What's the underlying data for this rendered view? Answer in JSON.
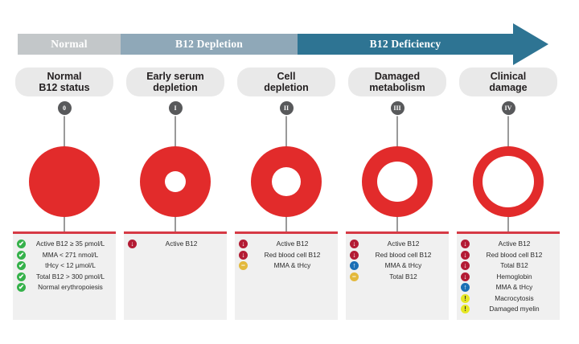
{
  "band": {
    "segments": [
      {
        "label": "Normal",
        "color": "#c3c7c9"
      },
      {
        "label": "B12 Depletion",
        "color": "#8fa8b8"
      },
      {
        "label": "B12 Deficiency",
        "color": "#2e7493"
      }
    ]
  },
  "stages": [
    {
      "title": "Normal\nB12 status",
      "title_line1": "Normal",
      "title_line2": "B12 status",
      "badge": "0",
      "donut_outer": 88,
      "donut_inner": 0,
      "items": [
        {
          "icon": "check-icon",
          "icon_type": "check",
          "text": "Active B12 ≥ 35 pmol/L"
        },
        {
          "icon": "check-icon",
          "icon_type": "check",
          "text": "MMA < 271 nmol/L"
        },
        {
          "icon": "check-icon",
          "icon_type": "check",
          "text": "tHcy < 12 µmol/L"
        },
        {
          "icon": "check-icon",
          "icon_type": "check",
          "text": "Total B12 > 300 pmol/L"
        },
        {
          "icon": "check-icon",
          "icon_type": "check",
          "text": "Normal erythropoiesis"
        }
      ]
    },
    {
      "title_line1": "Early serum",
      "title_line2": "depletion",
      "badge": "I",
      "donut_outer": 88,
      "donut_inner": 26,
      "items": [
        {
          "icon": "arrow-down-icon",
          "icon_type": "down",
          "text": "Active B12"
        }
      ]
    },
    {
      "title_line1": "Cell",
      "title_line2": "depletion",
      "badge": "II",
      "donut_outer": 88,
      "donut_inner": 36,
      "items": [
        {
          "icon": "arrow-down-icon",
          "icon_type": "down",
          "text": "Active B12"
        },
        {
          "icon": "arrow-down-icon",
          "icon_type": "down",
          "text": "Red blood cell B12"
        },
        {
          "icon": "arrow-flat-icon",
          "icon_type": "flat",
          "text": "MMA & tHcy"
        }
      ]
    },
    {
      "title_line1": "Damaged",
      "title_line2": "metabolism",
      "badge": "III",
      "donut_outer": 88,
      "donut_inner": 50,
      "items": [
        {
          "icon": "arrow-down-icon",
          "icon_type": "down",
          "text": "Active B12"
        },
        {
          "icon": "arrow-down-icon",
          "icon_type": "down",
          "text": "Red blood cell B12"
        },
        {
          "icon": "arrow-up-icon",
          "icon_type": "up",
          "text": "MMA & tHcy"
        },
        {
          "icon": "arrow-flat-icon",
          "icon_type": "flat",
          "text": "Total B12"
        }
      ]
    },
    {
      "title_line1": "Clinical",
      "title_line2": "damage",
      "badge": "IV",
      "donut_outer": 88,
      "donut_inner": 64,
      "items": [
        {
          "icon": "arrow-down-icon",
          "icon_type": "down",
          "text": "Active B12"
        },
        {
          "icon": "arrow-down-icon",
          "icon_type": "down",
          "text": "Red blood cell B12"
        },
        {
          "icon": "arrow-down-icon",
          "icon_type": "down",
          "text": "Total B12"
        },
        {
          "icon": "arrow-down-icon",
          "icon_type": "down",
          "text": "Hemoglobin"
        },
        {
          "icon": "arrow-up-icon",
          "icon_type": "up",
          "text": "MMA & tHcy"
        },
        {
          "icon": "warning-icon",
          "icon_type": "warn",
          "text": "Macrocytosis"
        },
        {
          "icon": "warning-icon",
          "icon_type": "warn",
          "text": "Damaged myelin"
        }
      ]
    }
  ],
  "colors": {
    "red": "#e22b2b",
    "panel_rule": "#d63a45",
    "panel_bg": "#f0f0f0",
    "pill_bg": "#e9e9e9",
    "badge_bg": "#58595b",
    "check_green": "#35b14a",
    "down_red": "#b31b34",
    "up_blue": "#1a6fb5",
    "flat_amber": "#e3b93c",
    "warn_yellow": "#e6e824"
  },
  "icon_glyphs": {
    "check": "✔",
    "down": "↓",
    "up": "↑",
    "flat": "−",
    "warn": "!"
  }
}
